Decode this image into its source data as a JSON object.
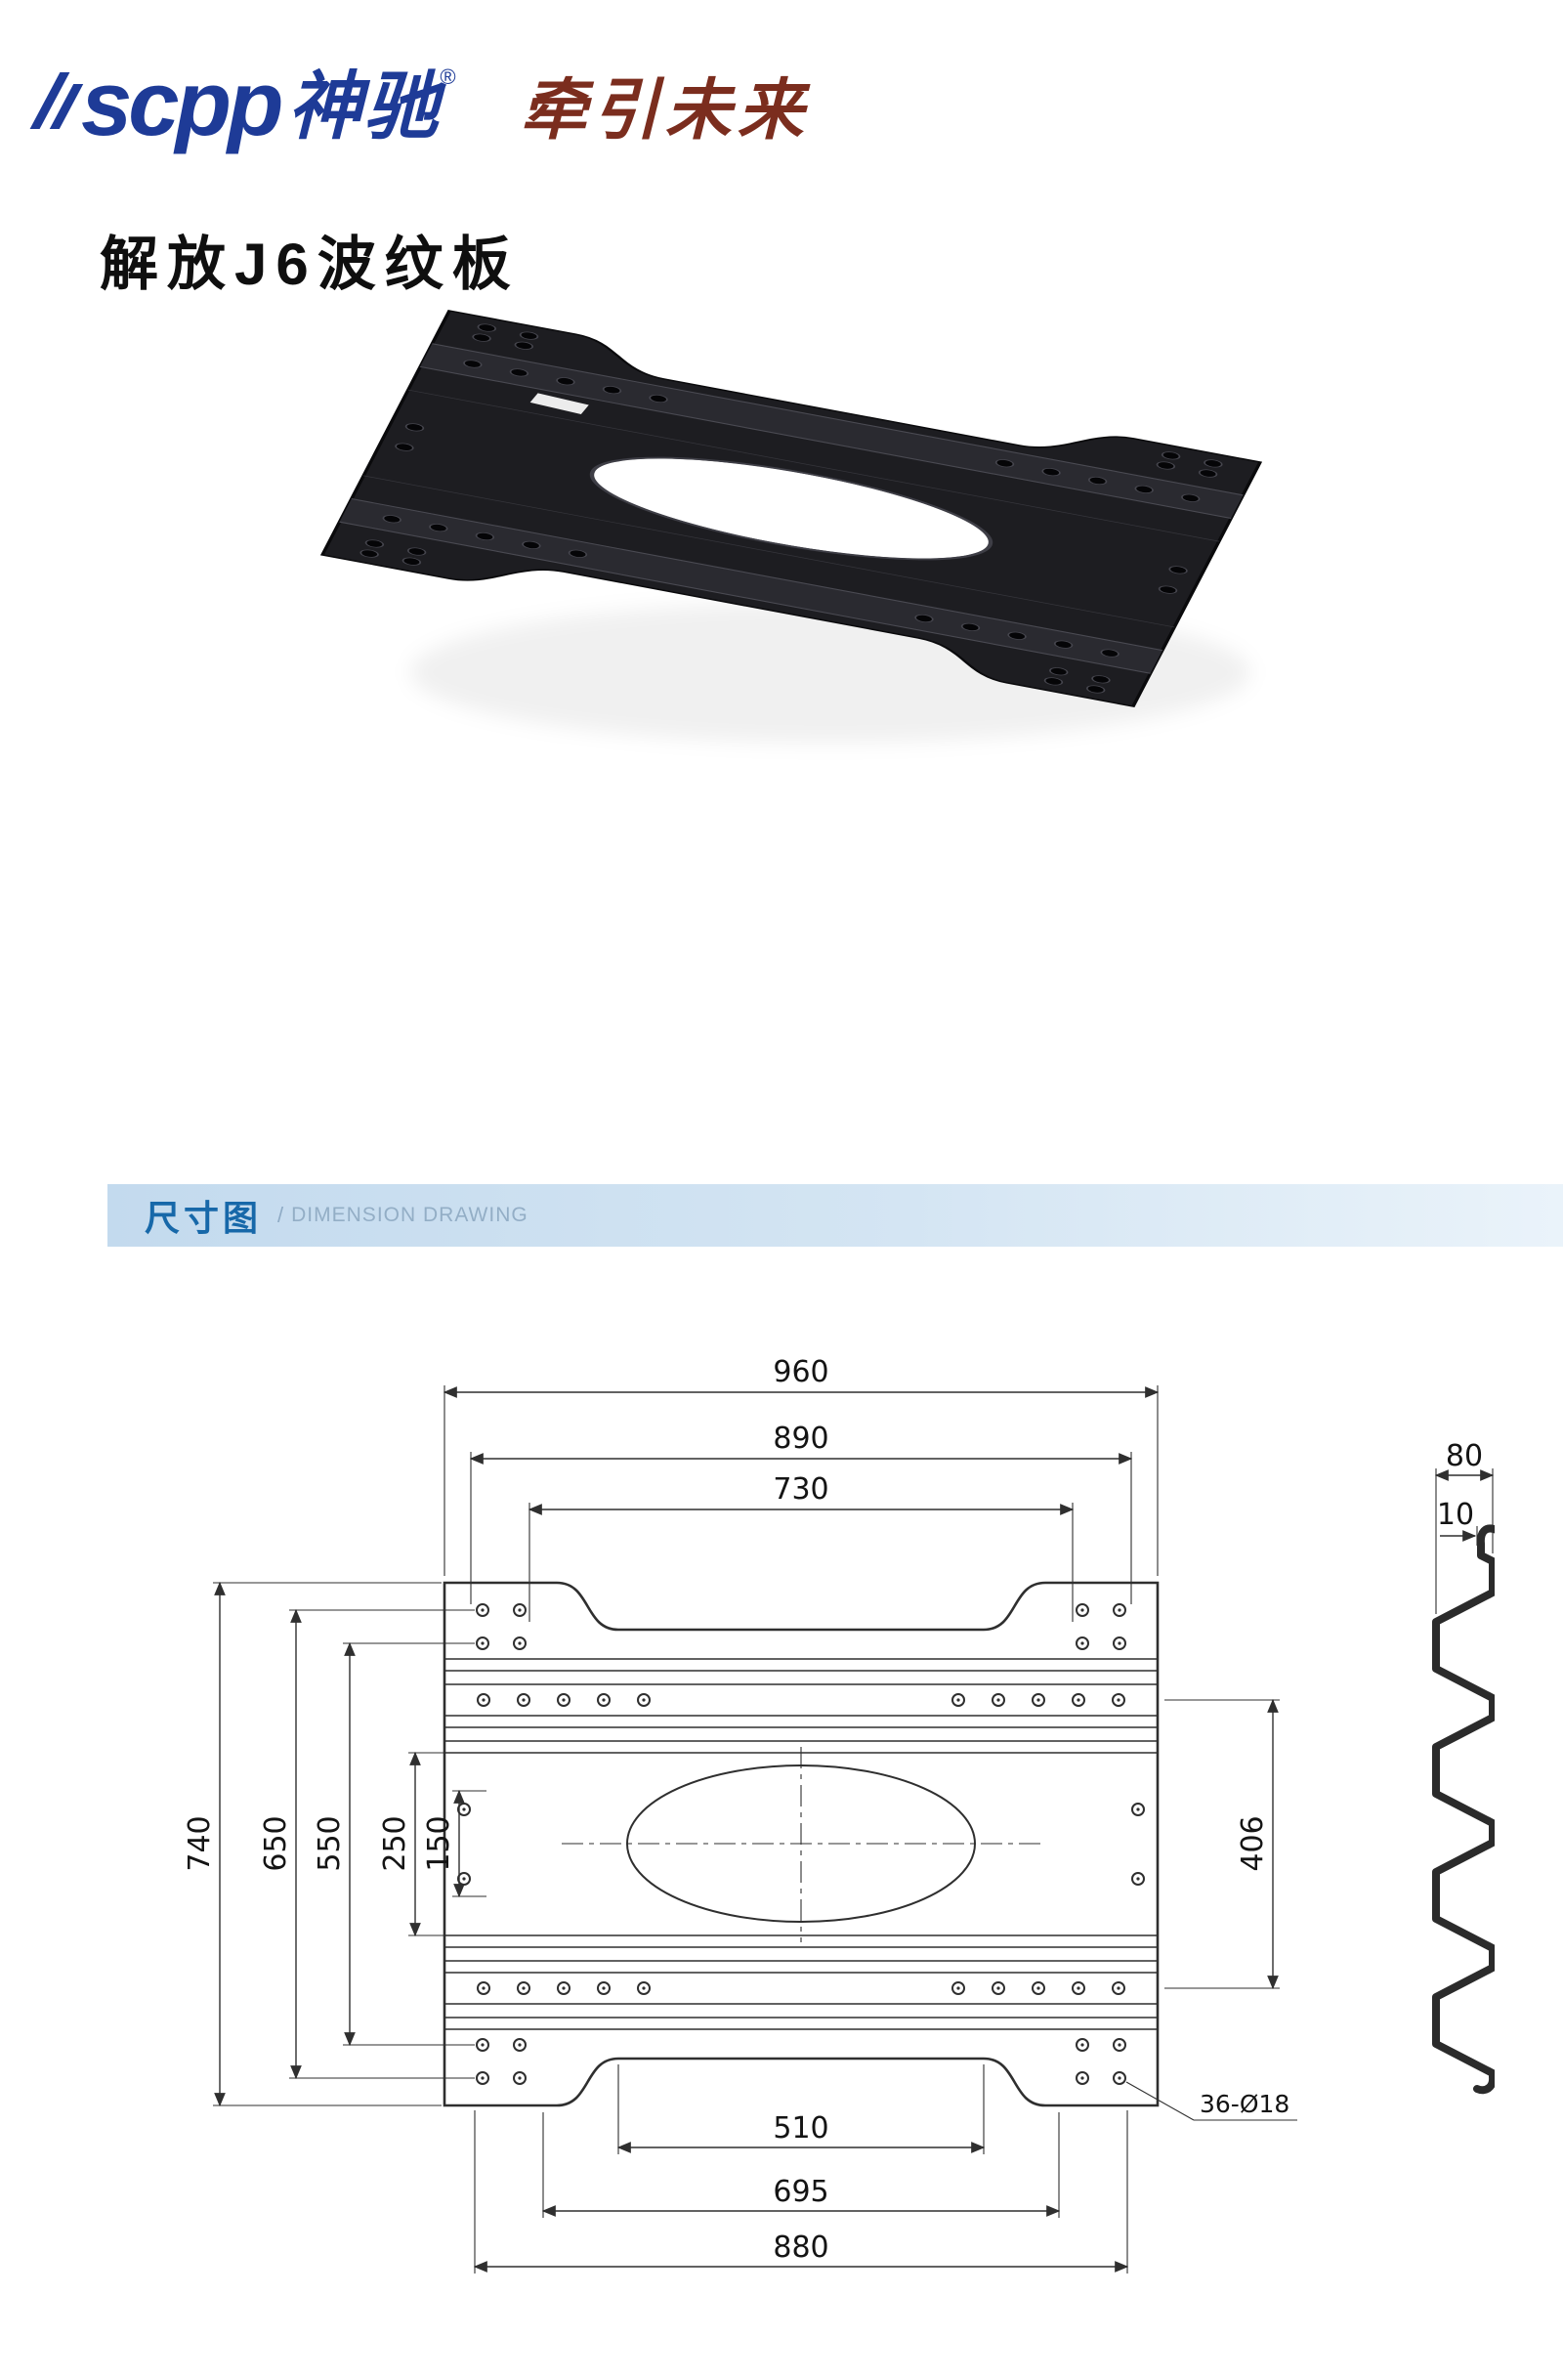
{
  "colors": {
    "logo_blue": "#1e3b97",
    "slogan_red": "#7b2d1e",
    "section_bar_bg": "#cfe2f1",
    "section_text_blue": "#1768a9",
    "drawing_line": "#2f2f2f",
    "plate_black": "#1d1d21"
  },
  "header": {
    "logo_latin": "scpp",
    "logo_cn": "神驰",
    "registered": "®",
    "slogan": "牵引未来"
  },
  "page": {
    "title": "解放J6波纹板"
  },
  "section_header": {
    "cn": "尺寸图",
    "divider": "/",
    "en": "DIMENSION DRAWING"
  },
  "drawing": {
    "top": {
      "overall": "960",
      "row": "890",
      "inner": "730"
    },
    "left": {
      "overall": "740",
      "d2": "650",
      "d3": "550",
      "d4": "250",
      "d5": "150"
    },
    "right": {
      "row_span": "406"
    },
    "bottom": {
      "inner": "510",
      "mid": "695",
      "outer": "880"
    },
    "profile": {
      "width": "80",
      "thickness": "10"
    },
    "holes_note": "36-Ø18"
  }
}
